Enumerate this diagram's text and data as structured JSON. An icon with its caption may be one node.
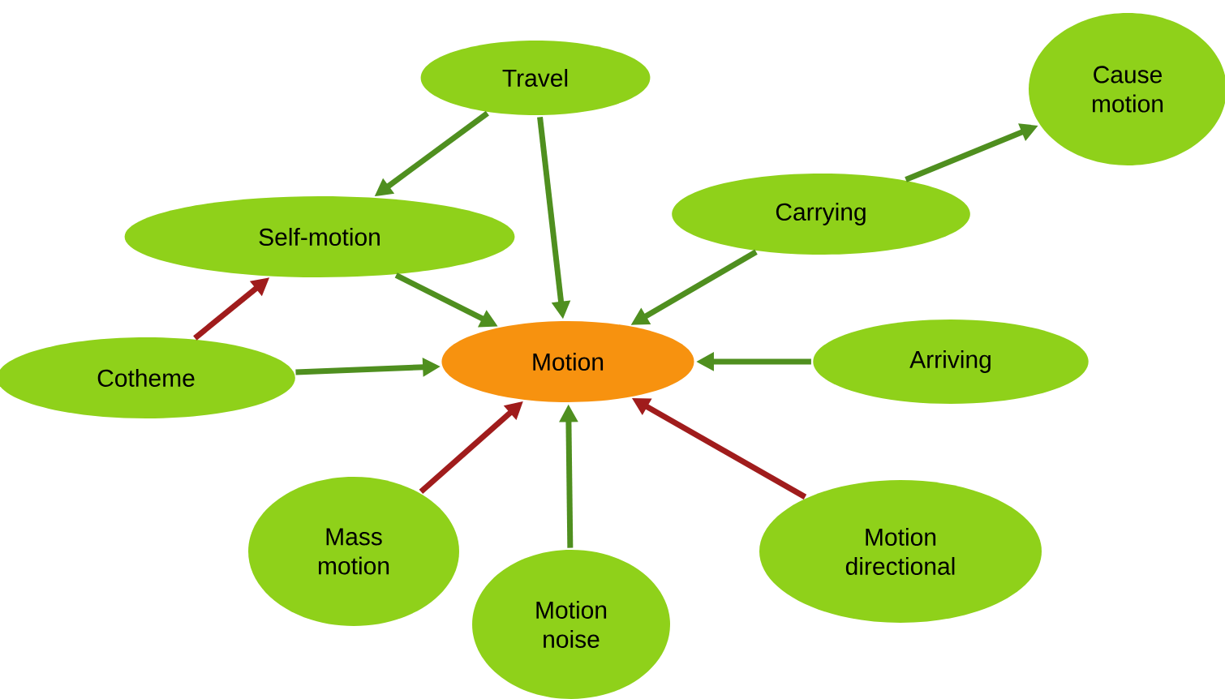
{
  "diagram": {
    "nodes": [
      {
        "text": [
          "Travel"
        ]
      },
      {
        "text": [
          "Cause motion"
        ]
      },
      {
        "text": [
          "Self-motion"
        ]
      },
      {
        "text": [
          "Carrying"
        ]
      },
      {
        "text": [
          "Cotheme"
        ]
      },
      {
        "text": [
          "Motion"
        ]
      },
      {
        "text": [
          "Arriving"
        ]
      },
      {
        "text": [
          "Mass motion"
        ]
      },
      {
        "text": [
          "Motion noise"
        ]
      },
      {
        "text": [
          "Motion directional"
        ]
      }
    ],
    "edges": [
      {
        "from": 0,
        "to": 2,
        "arrow": "to"
      },
      {
        "from": 0,
        "to": 5,
        "arrow": "to"
      },
      {
        "from": 2,
        "to": 5,
        "arrow": "to"
      },
      {
        "from": 4,
        "to": 2,
        "arrow": "to",
        "color": "#a01c1c"
      },
      {
        "from": 4,
        "to": 5,
        "arrow": "to"
      },
      {
        "from": 3,
        "to": 5,
        "arrow": "to"
      },
      {
        "from": 3,
        "to": 1,
        "arrow": "to"
      },
      {
        "from": 6,
        "to": 5,
        "arrow": "to"
      },
      {
        "from": 7,
        "to": 5,
        "arrow": "to",
        "color": "#a01c1c"
      },
      {
        "from": 8,
        "to": 5,
        "arrow": "to"
      },
      {
        "from": 9,
        "to": 5,
        "arrow": "to",
        "color": "#a01c1c"
      }
    ]
  }
}
